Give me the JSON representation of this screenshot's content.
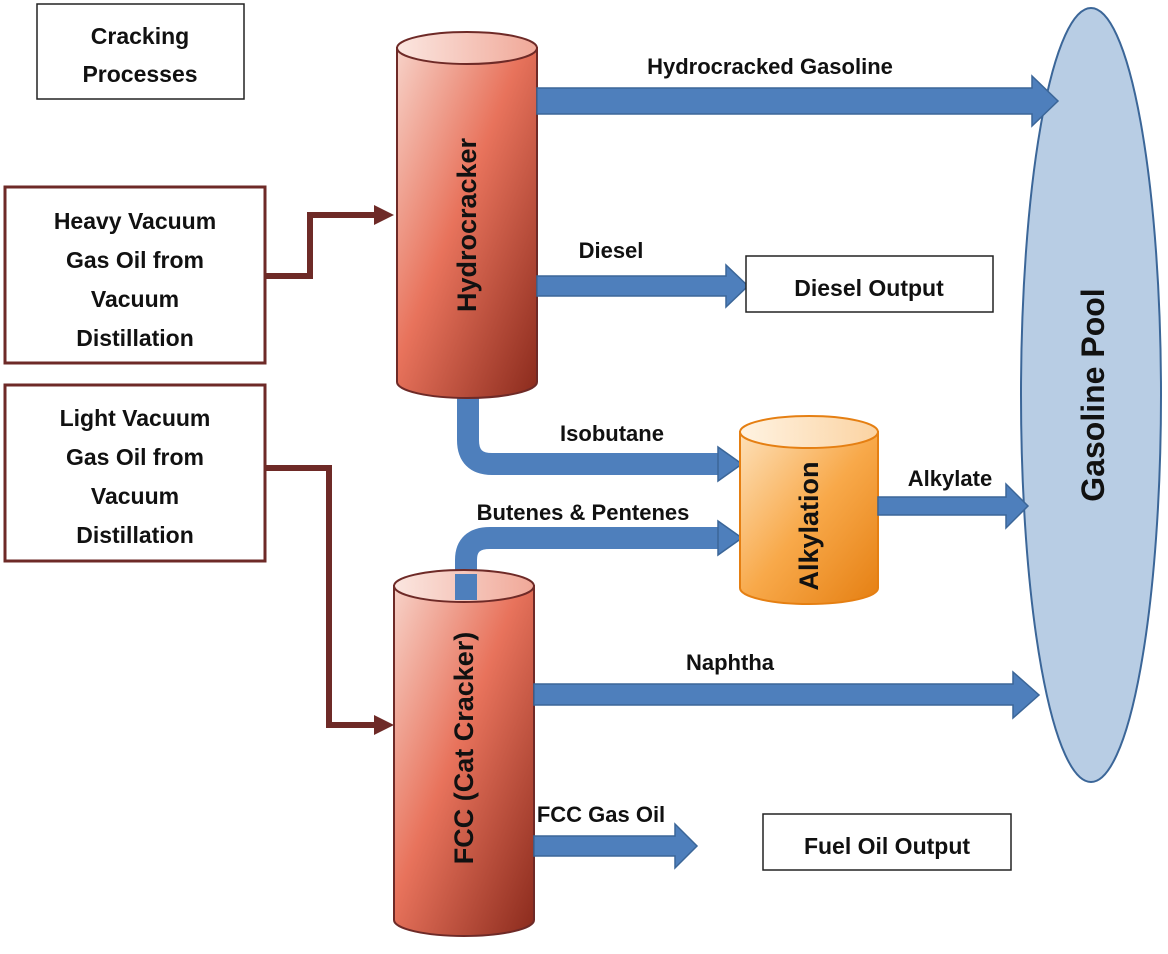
{
  "title": "Cracking Processes",
  "inputs": {
    "heavy": [
      "Heavy Vacuum",
      "Gas Oil from",
      "Vacuum",
      "Distillation"
    ],
    "light": [
      "Light Vacuum",
      "Gas Oil from",
      "Vacuum",
      "Distillation"
    ]
  },
  "units": {
    "hydrocracker": "Hydrocracker",
    "fcc": "FCC (Cat Cracker)",
    "alkylation": "Alkylation",
    "gasoline_pool": "Gasoline Pool"
  },
  "streams": {
    "hydrocracked_gasoline": "Hydrocracked Gasoline",
    "diesel": "Diesel",
    "isobutane": "Isobutane",
    "butenes_pentenes": "Butenes & Pentenes",
    "alkylate": "Alkylate",
    "naphtha": "Naphtha",
    "fcc_gas_oil": "FCC Gas Oil"
  },
  "outputs": {
    "diesel_output": "Diesel Output",
    "fuel_oil_output": "Fuel Oil Output"
  },
  "colors": {
    "flow_blue": "#4e7fbc",
    "feed_maroon": "#6e2a27",
    "reactor_red": "#e8735c",
    "alkylation_orange": "#f8a94a",
    "pool_blue": "#b8cde4"
  }
}
